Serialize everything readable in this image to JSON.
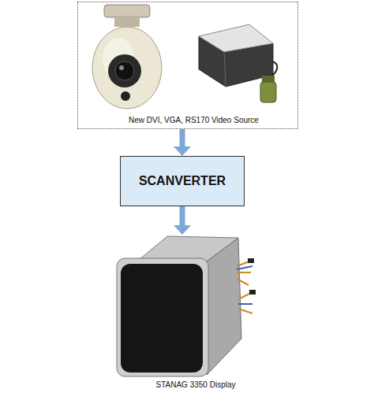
{
  "diagram": {
    "nodes": [
      {
        "text": [
          "New DVI, VGA, RS170 Video Source"
        ]
      },
      {
        "text": [
          "SCANVERTER"
        ]
      },
      {
        "text": [
          "STANAG 3350 Display"
        ]
      }
    ],
    "edges": [
      {
        "from": 0,
        "to": 1,
        "arrow": "to"
      },
      {
        "from": 1,
        "to": 2,
        "arrow": "to"
      }
    ]
  }
}
